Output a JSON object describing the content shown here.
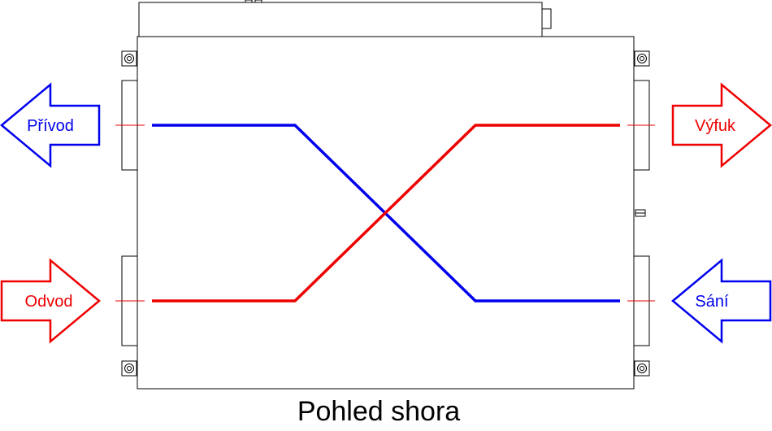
{
  "colors": {
    "supply": "#0000ee",
    "exhaust": "#ee0000",
    "outline": "#000000"
  },
  "labels": {
    "privod": "Přívod",
    "vyfuk": "Výfuk",
    "odvod": "Odvod",
    "sani": "Sání"
  },
  "caption": "Pohled shora"
}
